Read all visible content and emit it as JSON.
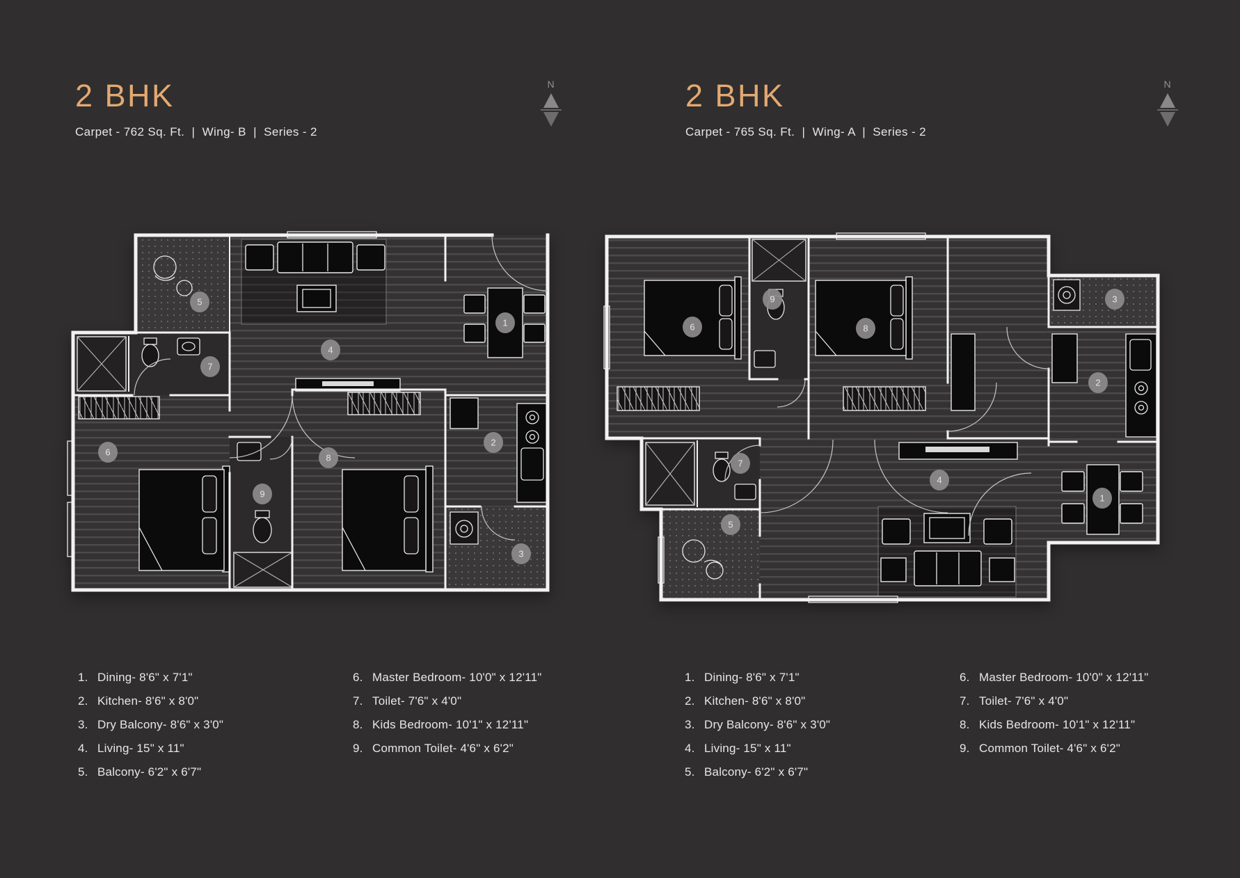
{
  "colors": {
    "background": "#302e2e",
    "gold": "#e3a972",
    "text": "#e9e7e5",
    "wall": "#f2f2f2",
    "marker": "#8d8b8b"
  },
  "plans": [
    {
      "title": "2 BHK",
      "subtitle": "Carpet - 762 Sq. Ft.  |  Wing- B  |  Series - 2",
      "compass_label": "N",
      "markers": [
        "5",
        "4",
        "1",
        "7",
        "6",
        "9",
        "8",
        "2",
        "3"
      ],
      "legend_col1": [
        {
          "num": "1.",
          "label": "Dining- 8'6\" x 7'1\""
        },
        {
          "num": "2.",
          "label": "Kitchen- 8'6\" x 8'0\""
        },
        {
          "num": "3.",
          "label": "Dry Balcony- 8'6\" x 3'0\""
        },
        {
          "num": "4.",
          "label": "Living- 15\" x 11\""
        },
        {
          "num": "5.",
          "label": "Balcony- 6'2\" x 6'7\""
        }
      ],
      "legend_col2": [
        {
          "num": "6.",
          "label": "Master Bedroom- 10'0\" x 12'11\""
        },
        {
          "num": "7.",
          "label": "Toilet- 7'6\" x 4'0\""
        },
        {
          "num": "8.",
          "label": "Kids Bedroom- 10'1\" x 12'11\""
        },
        {
          "num": "9.",
          "label": "Common Toilet- 4'6\" x 6'2\""
        }
      ]
    },
    {
      "title": "2 BHK",
      "subtitle": "Carpet - 765 Sq. Ft.  |  Wing- A  |  Series - 2",
      "compass_label": "N",
      "markers": [
        "6",
        "9",
        "8",
        "3",
        "2",
        "1",
        "7",
        "5",
        "4"
      ],
      "legend_col1": [
        {
          "num": "1.",
          "label": "Dining- 8'6\" x 7'1\""
        },
        {
          "num": "2.",
          "label": "Kitchen- 8'6\" x 8'0\""
        },
        {
          "num": "3.",
          "label": "Dry Balcony- 8'6\" x 3'0\""
        },
        {
          "num": "4.",
          "label": "Living- 15\" x 11\""
        },
        {
          "num": "5.",
          "label": "Balcony- 6'2\" x 6'7\""
        }
      ],
      "legend_col2": [
        {
          "num": "6.",
          "label": "Master Bedroom- 10'0\" x 12'11\""
        },
        {
          "num": "7.",
          "label": "Toilet- 7'6\" x 4'0\""
        },
        {
          "num": "8.",
          "label": "Kids Bedroom- 10'1\" x 12'11\""
        },
        {
          "num": "9.",
          "label": "Common Toilet- 4'6\" x 6'2\""
        }
      ]
    }
  ]
}
